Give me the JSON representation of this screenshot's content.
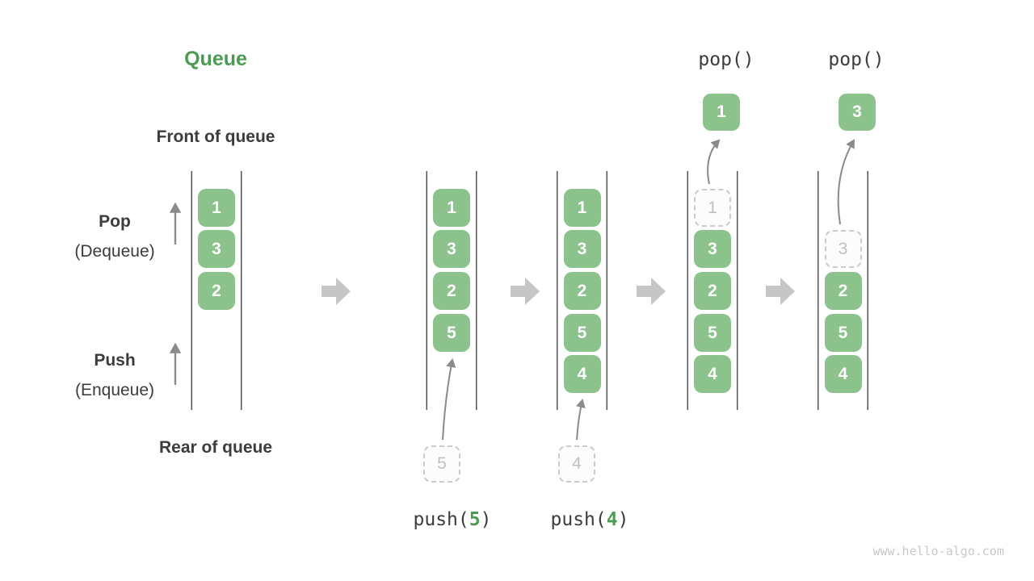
{
  "labels": {
    "title": "Queue",
    "front": "Front of queue",
    "rear": "Rear of queue",
    "pop_bold": "Pop",
    "pop_sub": "(Dequeue)",
    "push_bold": "Push",
    "push_sub": "(Enqueue)",
    "watermark": "www.hello-algo.com"
  },
  "colors": {
    "green_box": "#8cc28c",
    "green_dark": "#4c9b53",
    "text_dark": "#3c3c3c",
    "wall_line": "#474747",
    "flow_arrow": "#c6c6c6",
    "thin_arrow": "#8a8a8a",
    "dashed_border": "#cbcbcb",
    "dashed_fill": "#fcfcfc",
    "dashed_text": "#c0c0c0",
    "watermark": "#c9c9c9"
  },
  "snapshots": [
    {
      "slots": [
        {
          "value": "1",
          "style": "solid"
        },
        {
          "value": "3",
          "style": "solid"
        },
        {
          "value": "2",
          "style": "solid"
        },
        null,
        null
      ],
      "action": null
    },
    {
      "slots": [
        {
          "value": "1",
          "style": "solid"
        },
        {
          "value": "3",
          "style": "solid"
        },
        {
          "value": "2",
          "style": "solid"
        },
        {
          "value": "5",
          "style": "solid"
        },
        null
      ],
      "action": {
        "type": "push",
        "prefix": "push(",
        "arg": "5",
        "suffix": ")",
        "pending": "5"
      }
    },
    {
      "slots": [
        {
          "value": "1",
          "style": "solid"
        },
        {
          "value": "3",
          "style": "solid"
        },
        {
          "value": "2",
          "style": "solid"
        },
        {
          "value": "5",
          "style": "solid"
        },
        {
          "value": "4",
          "style": "solid"
        }
      ],
      "action": {
        "type": "push",
        "prefix": "push(",
        "arg": "4",
        "suffix": ")",
        "pending": "4"
      }
    },
    {
      "slots": [
        {
          "value": "1",
          "style": "dashed"
        },
        {
          "value": "3",
          "style": "solid"
        },
        {
          "value": "2",
          "style": "solid"
        },
        {
          "value": "5",
          "style": "solid"
        },
        {
          "value": "4",
          "style": "solid"
        }
      ],
      "action": {
        "type": "pop",
        "label": "pop()",
        "popped": "1"
      }
    },
    {
      "slots": [
        null,
        {
          "value": "3",
          "style": "dashed"
        },
        {
          "value": "2",
          "style": "solid"
        },
        {
          "value": "5",
          "style": "solid"
        },
        {
          "value": "4",
          "style": "solid"
        }
      ],
      "action": {
        "type": "pop",
        "label": "pop()",
        "popped": "3"
      }
    }
  ]
}
